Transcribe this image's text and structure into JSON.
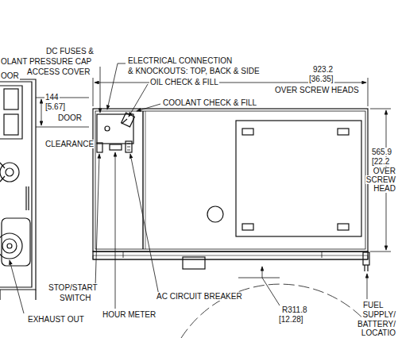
{
  "diagram": {
    "labels": [
      "DC FUSES &",
      "OLANT PRESSURE CAP",
      "ACCESS COVER",
      "OOR",
      "ELECTRICAL CONNECTION",
      "& KNOCKOUTS: TOP, BACK & SIDE",
      "923.2",
      "[36.35]",
      "OVER SCREW HEADS",
      "OIL CHECK & FILL",
      "COOLANT CHECK & FILL",
      "144",
      "[5.67]",
      "DOOR",
      "CLEARANCE",
      "565.9",
      "[22.2",
      "OVER",
      "SCREW",
      "HEAD",
      "STOP/START",
      "SWITCH",
      "EXHAUST OUT",
      "HOUR METER",
      "AC CIRCUIT BREAKER",
      "R311.8",
      "[12.28]",
      "FUEL",
      "SUPPLY/",
      "BATTERY/",
      "LOCATIO"
    ]
  }
}
